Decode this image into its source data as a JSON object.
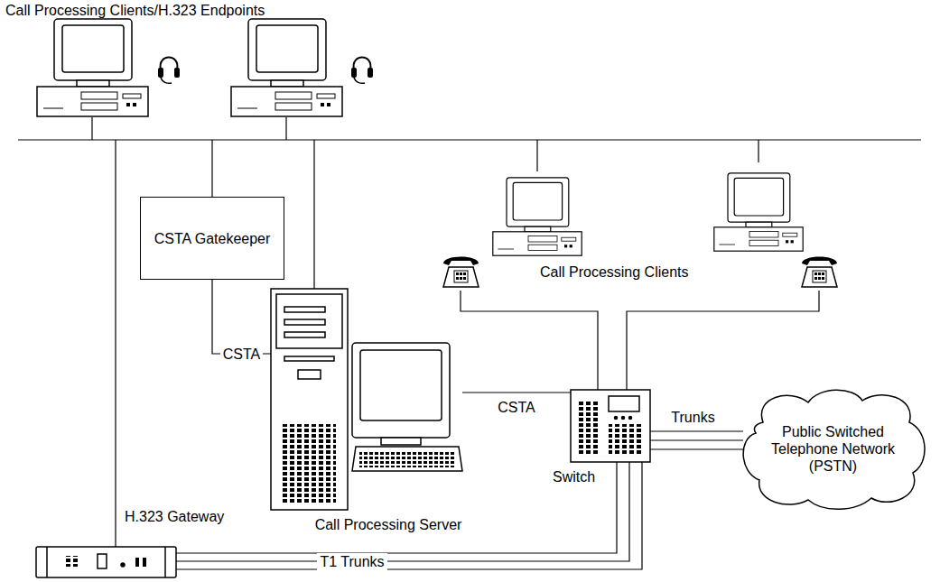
{
  "diagram": {
    "nodes": [
      {
        "text": [
          "CSTA Gatekeeper"
        ]
      },
      {
        "text": [
          "Call Processing Server"
        ]
      },
      {
        "text": [
          "Switch"
        ]
      },
      {
        "text": [
          "Public Switched Telephone Network (PSTN)"
        ]
      },
      {
        "text": [
          "H.323 Gateway"
        ]
      }
    ],
    "edges": [
      {
        "from": 0,
        "to": 1,
        "label": "CSTA",
        "arrow": "none"
      },
      {
        "from": 1,
        "to": 2,
        "label": "CSTA",
        "arrow": "none"
      },
      {
        "from": 2,
        "to": 3,
        "label": "Trunks",
        "arrow": "none"
      },
      {
        "from": 4,
        "to": 2,
        "label": "T1 Trunks",
        "arrow": "none"
      }
    ],
    "labels": [
      "Call Processing Clients/H.323 Endpoints",
      "Call Processing Clients"
    ]
  }
}
